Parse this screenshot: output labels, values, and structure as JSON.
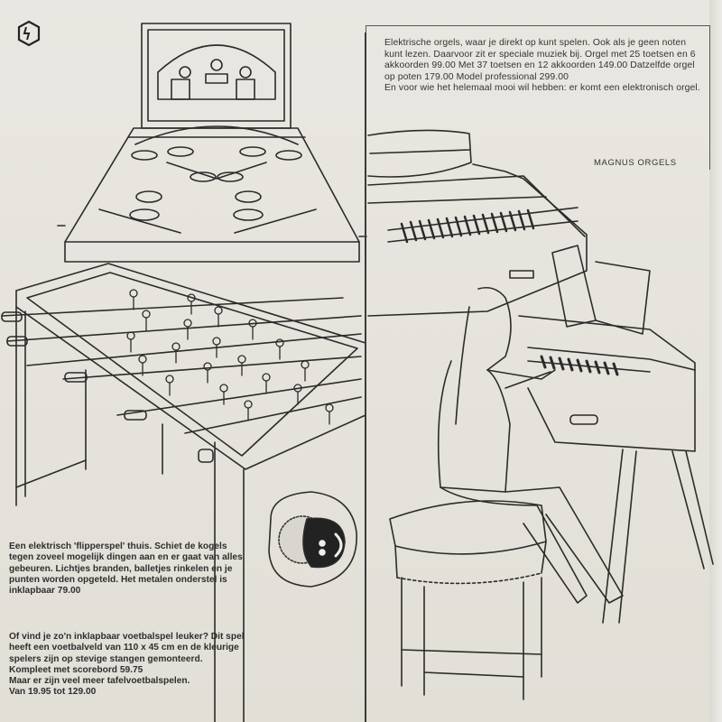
{
  "page": {
    "logo_icon": "hexagon-logo-icon",
    "colors": {
      "paper": "#e4e1da",
      "ink": "#2a2a2a"
    }
  },
  "organ_section": {
    "paragraphs": [
      "Elektrische orgels, waar je direkt op kunt spelen. Ook als je geen noten kunt lezen. Daarvoor zit er speciale muziek bij. Orgel met 25 toetsen en 6 akkoorden 99.00 Met 37 toetsen en 12 akkoorden 149.00 Datzelfde orgel op poten 179.00 Model professional 299.00",
      "En voor wie het helemaal mooi wil hebben: er komt een elektronisch orgel."
    ],
    "brand": "MAGNUS ORGELS",
    "prices": [
      "99.00",
      "149.00",
      "179.00",
      "299.00"
    ]
  },
  "pinball_section": {
    "text": "Een elektrisch 'flipperspel' thuis. Schiet de kogels tegen zoveel mogelijk dingen aan en er gaat van alles gebeuren. Lichtjes branden, balletjes rinkelen en je punten worden opgeteld. Het metalen onderstel is inklapbaar 79.00",
    "price": "79.00"
  },
  "foosball_section": {
    "lines": [
      "Of vind je zo'n inklapbaar voetbalspel leuker? Dit spel heeft een voetbalveld van 110 x 45 cm en de kleurige spelers zijn op stevige stangen gemonteerd.",
      "Kompleet met scorebord 59.75",
      "Maar er zijn veel meer tafelvoetbalspelen.",
      "Van 19.95 tot 129.00"
    ],
    "dimensions": "110 x 45 cm",
    "prices": [
      "59.75",
      "19.95",
      "129.00"
    ]
  },
  "illustrations": [
    {
      "name": "pinball-machine",
      "label": "Flipperspel"
    },
    {
      "name": "foosball-table",
      "label": "Tafelvoetbal"
    },
    {
      "name": "electric-organ",
      "label": "Elektrisch orgel"
    },
    {
      "name": "girl-playing-organ",
      "label": "Meisje aan orgel"
    },
    {
      "name": "stool",
      "label": "Krukje"
    },
    {
      "name": "toy-face",
      "label": "Speelgoed"
    }
  ]
}
